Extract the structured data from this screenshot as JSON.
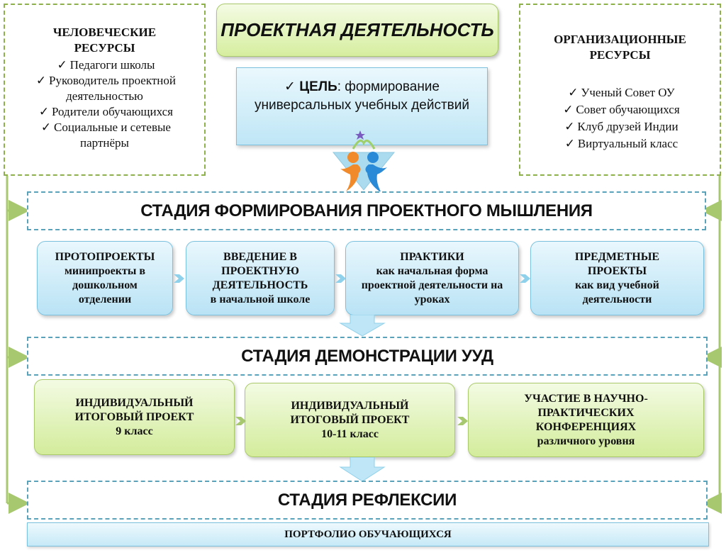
{
  "title": "ПРОЕКТНАЯ ДЕЯТЕЛЬНОСТЬ",
  "goal": {
    "label": "ЦЕЛЬ",
    "text": ":  формирование универсальных учебных действий"
  },
  "human_resources": {
    "title": "ЧЕЛОВЕЧЕСКИЕ РЕСУРСЫ",
    "items": [
      "Педагоги школы",
      "Руководитель проектной деятельностью",
      "Родители обучающихся",
      "Социальные и сетевые партнёры"
    ]
  },
  "org_resources": {
    "title": "ОРГАНИЗАЦИОННЫЕ РЕСУРСЫ",
    "items": [
      "Ученый Совет ОУ",
      "Совет обучающихся",
      "Клуб друзей Индии",
      "Виртуальный класс"
    ]
  },
  "stage1": {
    "title": "СТАДИЯ ФОРМИРОВАНИЯ ПРОЕКТНОГО МЫШЛЕНИЯ",
    "cards": [
      {
        "head": "ПРОТОПРОЕКТЫ",
        "sub": "минипроекты в дошкольном отделении"
      },
      {
        "head": "ВВЕДЕНИЕ В ПРОЕКТНУЮ ДЕЯТЕЛЬНОСТЬ",
        "sub": "в начальной школе"
      },
      {
        "head": "ПРАКТИКИ",
        "sub": "как начальная форма проектной деятельности на уроках"
      },
      {
        "head": "ПРЕДМЕТНЫЕ ПРОЕКТЫ",
        "sub": "как вид учебной деятельности"
      }
    ]
  },
  "stage2": {
    "title": "СТАДИЯ ДЕМОНСТРАЦИИ УУД",
    "cards": [
      {
        "head": "ИНДИВИДУАЛЬНЫЙ ИТОГОВЫЙ ПРОЕКТ",
        "sub": "9 класс"
      },
      {
        "head": "ИНДИВИДУАЛЬНЫЙ ИТОГОВЫЙ ПРОЕКТ",
        "sub": "10-11 класс"
      },
      {
        "head": "УЧАСТИЕ В НАУЧНО-ПРАКТИЧЕСКИХ КОНФЕРЕНЦИЯХ",
        "sub": "различного уровня"
      }
    ]
  },
  "stage3": {
    "title": "СТАДИЯ РЕФЛЕКСИИ",
    "portfolio": "ПОРТФОЛИО ОБУЧАЮЩИХСЯ"
  },
  "icons": {
    "check": "check-icon",
    "logo": "children-logo-icon"
  },
  "colors": {
    "green_border": "#8db04a",
    "blue_border": "#5aa2ba",
    "arrow_green": "#a8c870",
    "arrow_blue": "#8fd0ea"
  }
}
